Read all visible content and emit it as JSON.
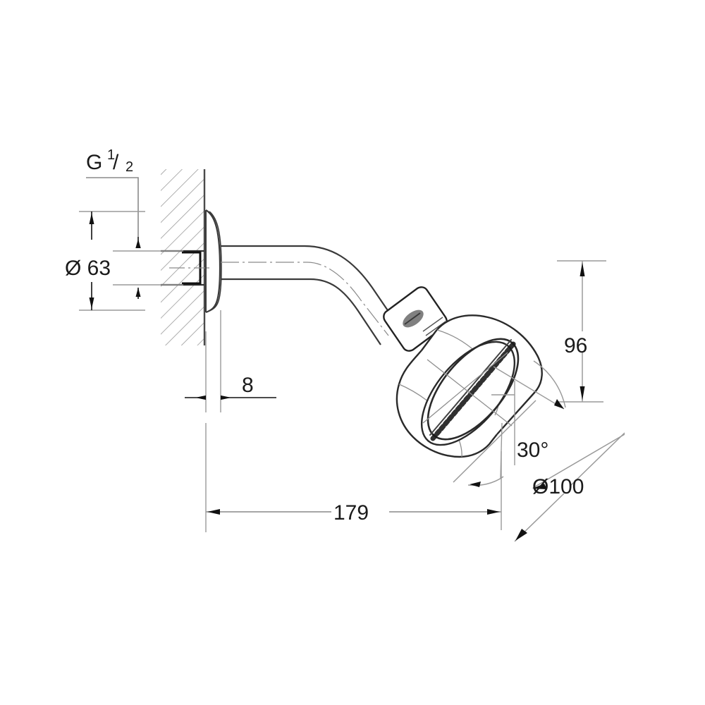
{
  "drawing": {
    "title": "Shower head technical dimension drawing",
    "product": "wall-mounted shower head with shower arm",
    "units": "mm",
    "background_color": "#ffffff",
    "line_color": "#7d7d7d",
    "outline_color": "#3a3a3a",
    "text_color": "#1a1a1a",
    "hatch_color": "#9a9a9a"
  },
  "dimensions": {
    "thread": {
      "label": "G",
      "fraction_numerator": "1",
      "fraction_slash": "/",
      "fraction_denominator": "2",
      "name": "inlet-thread-size"
    },
    "escutcheon_diameter": {
      "label": "Ø 63",
      "symbol": "Ø",
      "value": "63",
      "name": "escutcheon-diameter"
    },
    "wall_offset": {
      "label": "8",
      "value": "8",
      "name": "wall-projection"
    },
    "projection": {
      "label": "179",
      "value": "179",
      "name": "arm-projection"
    },
    "drop_height": {
      "label": "96",
      "value": "96",
      "name": "vertical-drop"
    },
    "spray_angle": {
      "label": "30°",
      "value": "30",
      "symbol": "°",
      "name": "spray-face-angle"
    },
    "spray_face_diameter": {
      "label": "Ø100",
      "symbol": "Ø",
      "value": "100",
      "name": "spray-face-diameter"
    }
  },
  "parts": {
    "wall": "wall-section-hatched",
    "inlet": "threaded-inlet-connector",
    "escutcheon": "escutcheon-flange",
    "arm": "shower-arm",
    "ball_joint": "ball-joint-nut",
    "logo": "grohe-logo-mark",
    "head_body": "shower-head-body",
    "spray_face": "spray-face-nozzle-ring"
  }
}
